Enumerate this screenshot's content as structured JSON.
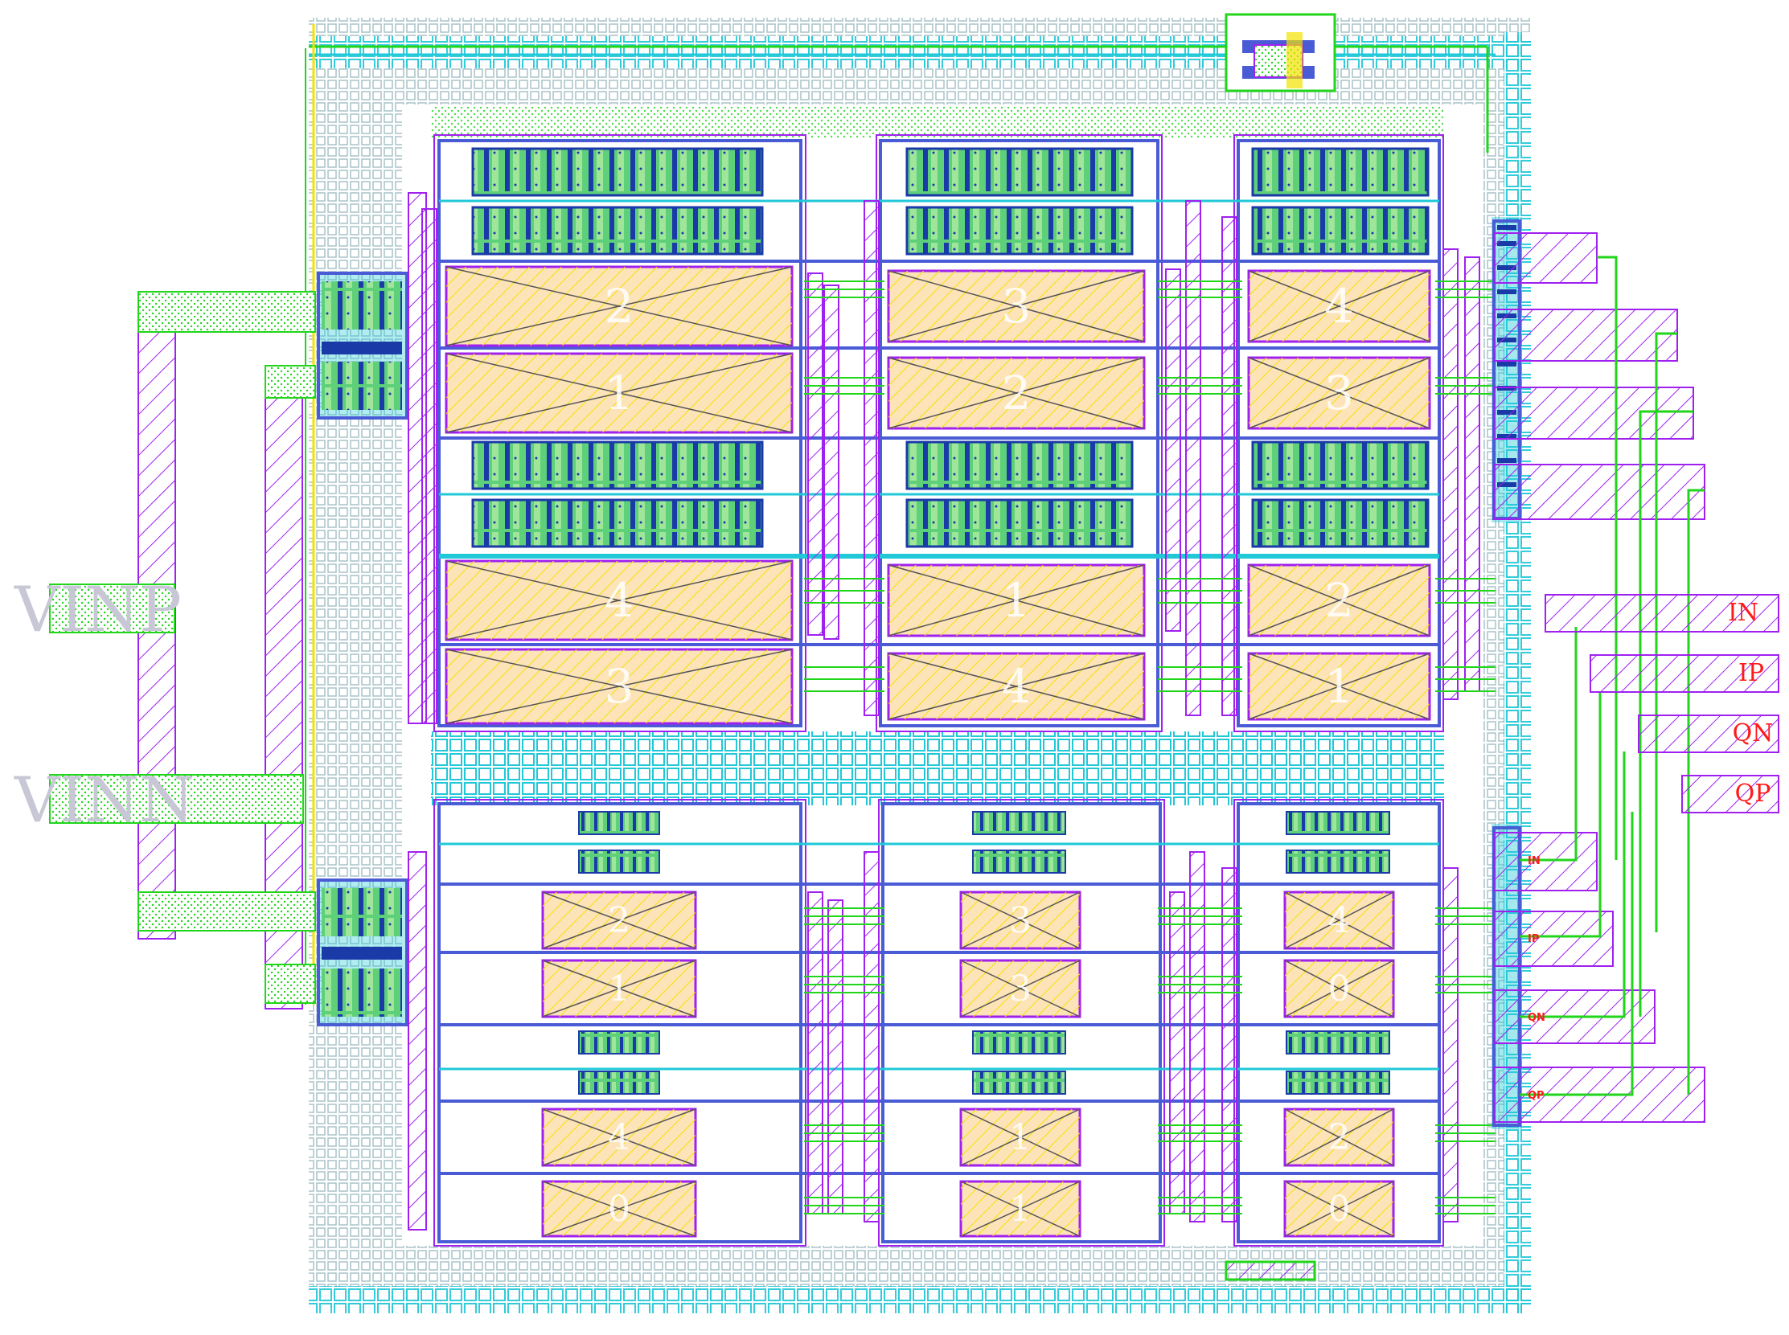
{
  "ports_left": [
    {
      "id": "vinp",
      "label": "VINP"
    },
    {
      "id": "vinn",
      "label": "VINN"
    }
  ],
  "pins_right": [
    {
      "id": "in",
      "label": "IN"
    },
    {
      "id": "ip",
      "label": "IP"
    },
    {
      "id": "qn",
      "label": "QN"
    },
    {
      "id": "qp",
      "label": "QP"
    }
  ],
  "inner_pins": [
    "IN",
    "IP",
    "QN",
    "QP"
  ],
  "top_half": {
    "columns": [
      {
        "row_labels": [
          "2",
          "1",
          "4",
          "3"
        ]
      },
      {
        "row_labels": [
          "3",
          "2",
          "1",
          "4"
        ]
      },
      {
        "row_labels": [
          "4",
          "3",
          "2",
          "1"
        ]
      }
    ]
  },
  "bottom_half": {
    "columns": [
      {
        "row_labels": [
          "2",
          "1",
          "4",
          "0"
        ]
      },
      {
        "row_labels": [
          "3",
          "3",
          "1",
          "1"
        ]
      },
      {
        "row_labels": [
          "4",
          "0",
          "2",
          "0"
        ]
      }
    ]
  },
  "colors": {
    "metal_magenta": "#a020f0",
    "metal_blue": "#4a5bd6",
    "diffusion_green": "#21d51b",
    "via_cyan": "#20c8d8",
    "poly_yellow": "#f4e200",
    "resistor_fill": "#fde3b8",
    "guard_gray": "#b8cbd0",
    "pin_red": "#ff1a1a"
  }
}
